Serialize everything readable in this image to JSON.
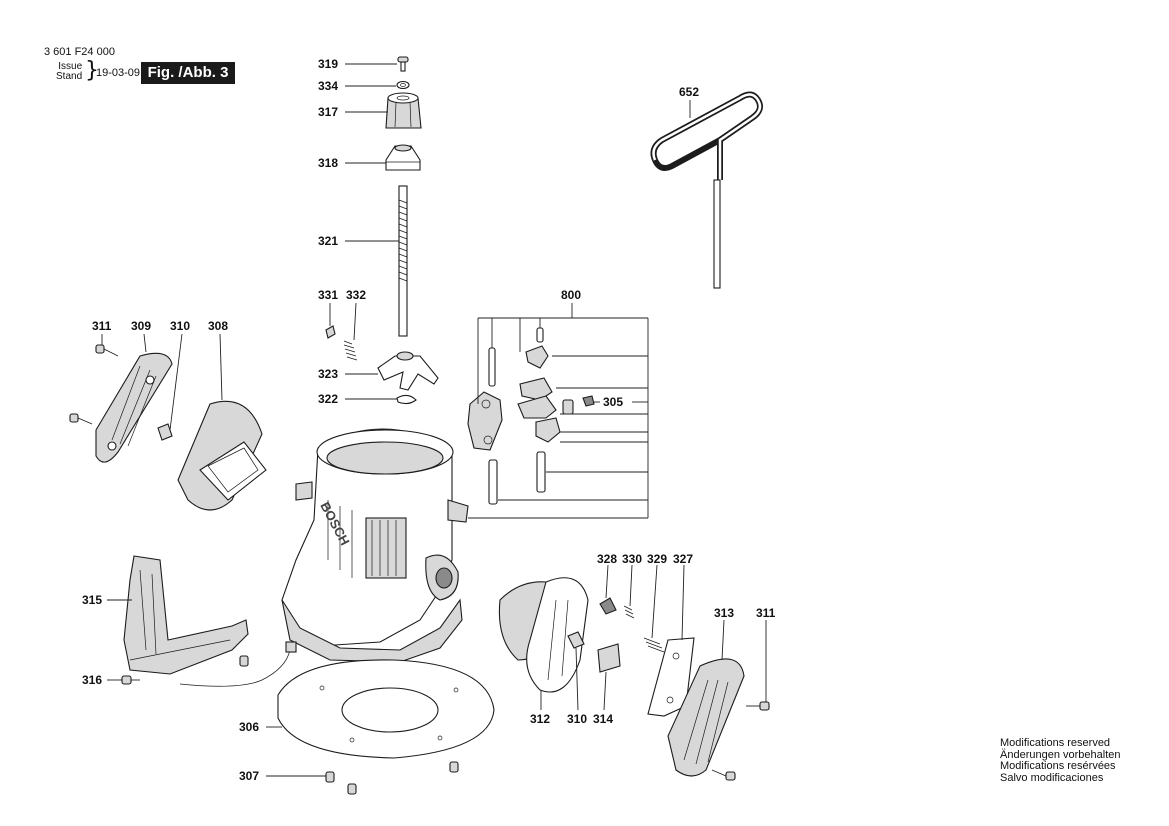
{
  "header": {
    "part_number": "3 601 F24 000",
    "issue_label": "Issue",
    "stand_label": "Stand",
    "issue_date": "19-03-09",
    "figure_label": "Fig. /Abb. 3"
  },
  "callouts": {
    "c319": "319",
    "c334": "334",
    "c317": "317",
    "c318": "318",
    "c321": "321",
    "c331": "331",
    "c332": "332",
    "c323": "323",
    "c322": "322",
    "c311a": "311",
    "c309": "309",
    "c310a": "310",
    "c308": "308",
    "c652": "652",
    "c800": "800",
    "c305": "305",
    "c315": "315",
    "c316": "316",
    "c306": "306",
    "c307": "307",
    "c328": "328",
    "c330": "330",
    "c329": "329",
    "c327": "327",
    "c313": "313",
    "c311b": "311",
    "c312": "312",
    "c310b": "310",
    "c314": "314"
  },
  "housing_brand": "BOSCH",
  "footer": {
    "mod_en": "Modifications reserved",
    "mod_de": "Änderungen vorbehalten",
    "mod_fr": "Modifications resérvées",
    "mod_es": "Salvo modificaciones"
  }
}
